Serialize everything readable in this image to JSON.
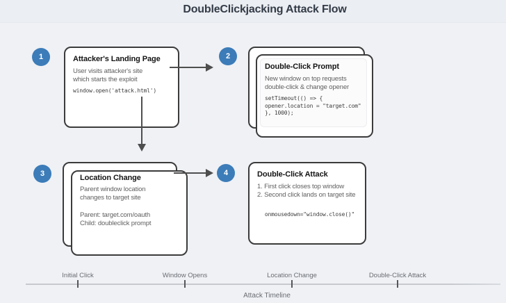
{
  "title": "DoubleClickjacking Attack Flow",
  "colors": {
    "step_badge": "#3c7cb8",
    "box_border": "#3b3b3b",
    "arrow": "#4e4e4e",
    "background": "#eff1f5"
  },
  "steps": [
    {
      "number": "1",
      "title": "Attacker's Landing Page",
      "body": [
        "User visits attacker's site",
        "which starts the exploit"
      ],
      "code": [
        "window.open('attack.html')"
      ]
    },
    {
      "number": "2",
      "title": "Double-Click Prompt",
      "body": [
        "New window on top requests",
        "double-click & change opener"
      ],
      "code": [
        "setTimeout(() => {",
        "opener.location = \"target.com\"",
        "}, 1000);"
      ]
    },
    {
      "number": "3",
      "title": "Location Change",
      "body": [
        "Parent window location",
        "changes to target site"
      ],
      "details": [
        "Parent: target.com/oauth",
        "Child: doubleclick prompt"
      ]
    },
    {
      "number": "4",
      "title": "Double-Click Attack",
      "body": [
        "1. First click closes top window",
        "2. Second click lands on target site"
      ],
      "code": [
        "onmousedown=\"window.close()\""
      ]
    }
  ],
  "timeline": {
    "caption": "Attack Timeline",
    "milestones": [
      "Initial Click",
      "Window Opens",
      "Location Change",
      "Double-Click Attack"
    ]
  }
}
